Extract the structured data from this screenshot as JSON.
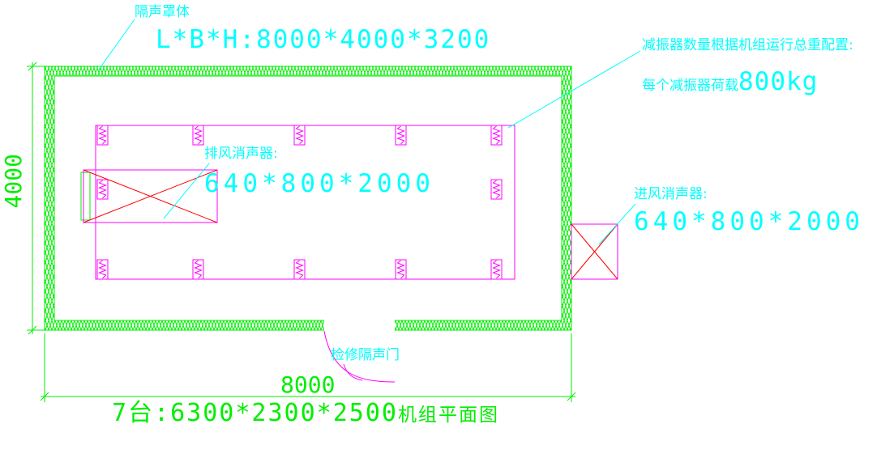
{
  "drawing": {
    "colors": {
      "annotation": "#00ffff",
      "equipment_outline": "#ff00ff",
      "structure": "#00ee00",
      "cross": "#ff0000",
      "background": "#ffffff"
    },
    "enclosure": {
      "label": "隔声罩体",
      "size_label": "L*B*H:8000*4000*3200"
    },
    "isolator_note": {
      "line1": "减振器数量根据机组运行总重配置:",
      "line2_prefix": "每个减振器荷载",
      "line2_value": "800kg"
    },
    "exhaust_silencer": {
      "label": "排风消声器:",
      "size": "640*800*2000"
    },
    "intake_silencer": {
      "label": "进风消声器:",
      "size": "640*800*2000"
    },
    "door": {
      "label": "检修隔声门"
    },
    "dimensions": {
      "height": "4000",
      "width": "8000"
    },
    "caption": {
      "units": "7台:6300*2300*2500",
      "suffix": "机组平面图"
    }
  }
}
